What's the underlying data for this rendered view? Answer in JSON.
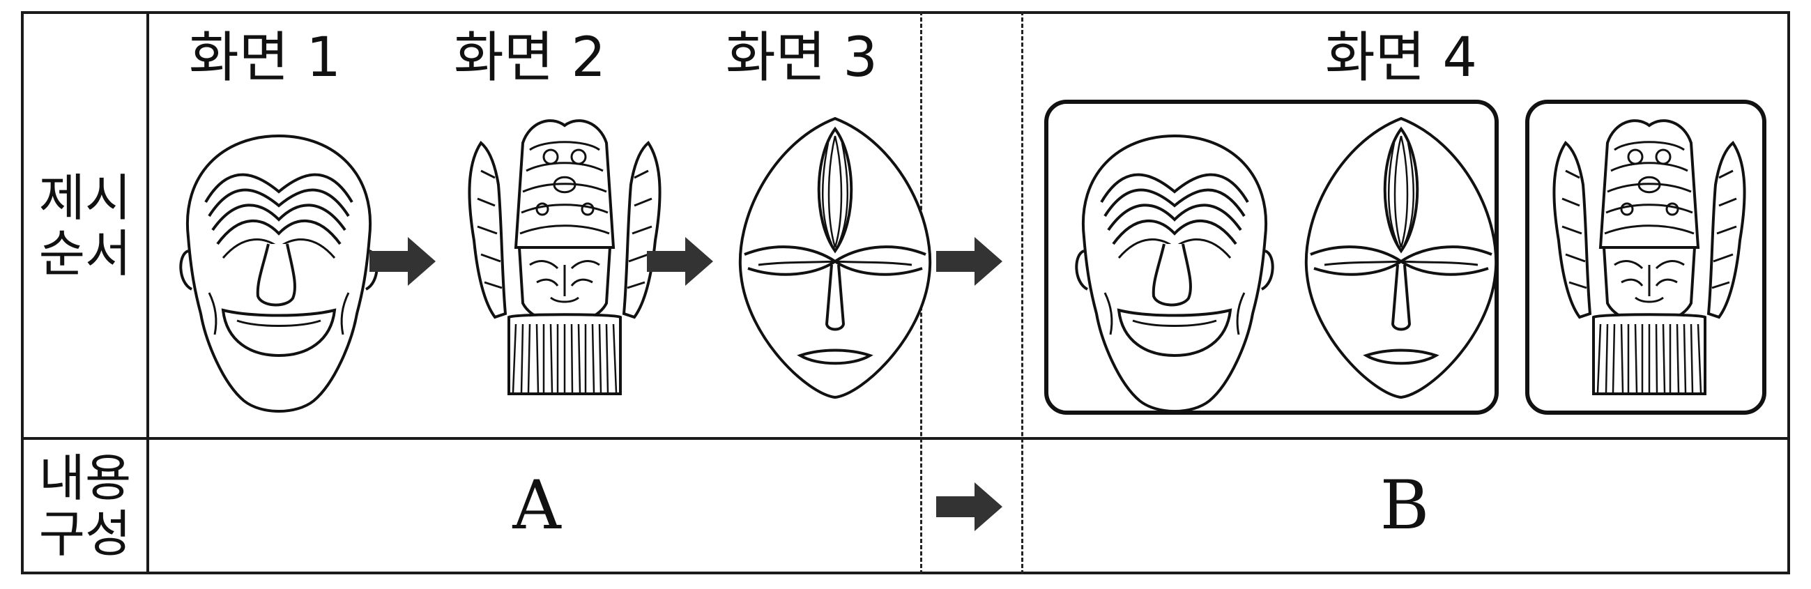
{
  "row_labels": {
    "order": [
      "제시",
      "순서"
    ],
    "content": [
      "내용",
      "구성"
    ]
  },
  "screens": [
    {
      "title": "화면 1",
      "mask": "hahoe-mask-icon"
    },
    {
      "title": "화면 2",
      "mask": "crowned-bearded-mask-icon"
    },
    {
      "title": "화면 3",
      "mask": "oval-african-mask-icon"
    },
    {
      "title": "화면 4",
      "mask": "grouped-masks"
    }
  ],
  "content": {
    "a": "A",
    "b": "B"
  }
}
